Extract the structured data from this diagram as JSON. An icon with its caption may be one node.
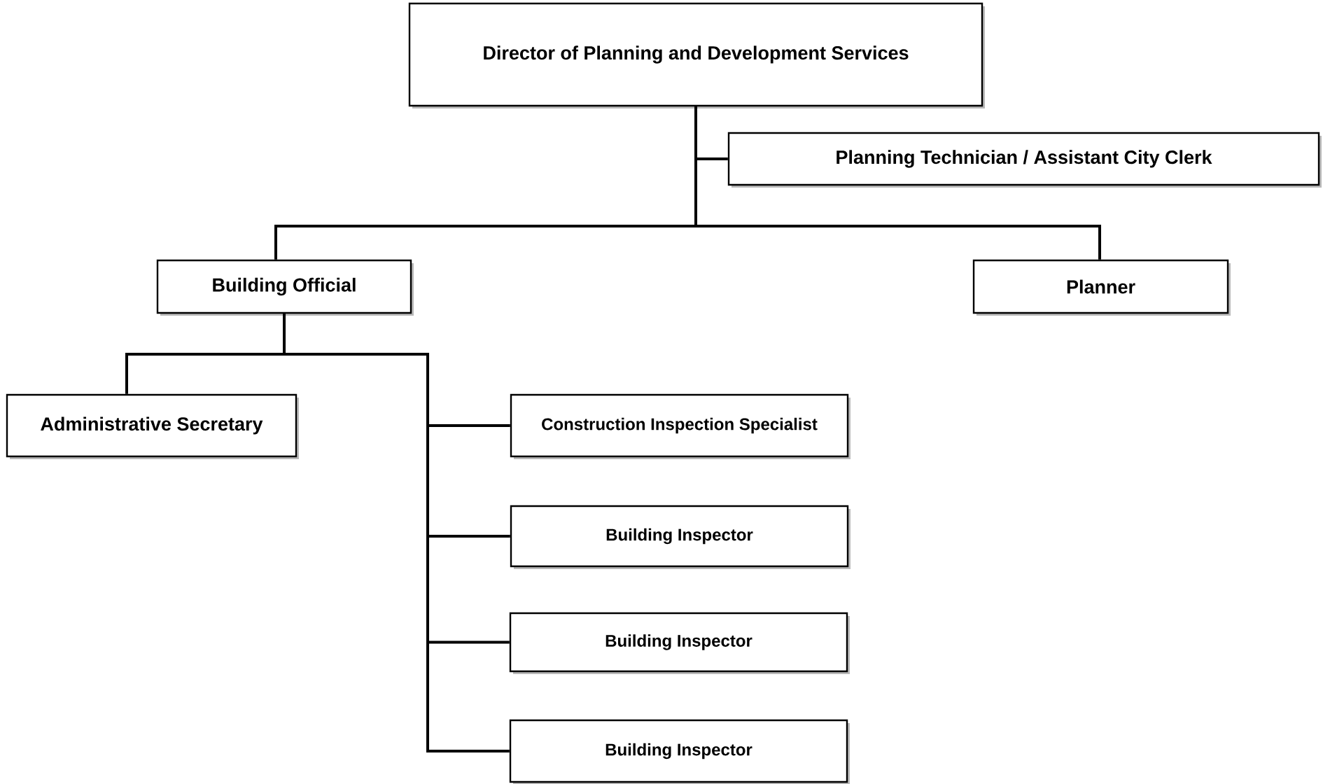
{
  "diagram": {
    "nodes": [
      {
        "text": [
          "Director of Planning and Development Services"
        ]
      },
      {
        "text": [
          "Planning Technician / Assistant City Clerk"
        ]
      },
      {
        "text": [
          "Building Official"
        ]
      },
      {
        "text": [
          "Planner"
        ]
      },
      {
        "text": [
          "Administrative Secretary"
        ]
      },
      {
        "text": [
          "Construction Inspection Specialist"
        ]
      },
      {
        "text": [
          "Building Inspector"
        ]
      },
      {
        "text": [
          "Building Inspector"
        ]
      },
      {
        "text": [
          "Building Inspector"
        ]
      }
    ],
    "edges": [
      {
        "from": 0,
        "to": 1,
        "arrow": "none"
      },
      {
        "from": 0,
        "to": 2,
        "arrow": "none"
      },
      {
        "from": 0,
        "to": 3,
        "arrow": "none"
      },
      {
        "from": 2,
        "to": 4,
        "arrow": "none"
      },
      {
        "from": 2,
        "to": 5,
        "arrow": "none"
      },
      {
        "from": 2,
        "to": 6,
        "arrow": "none"
      },
      {
        "from": 2,
        "to": 7,
        "arrow": "none"
      },
      {
        "from": 2,
        "to": 8,
        "arrow": "none"
      }
    ]
  }
}
